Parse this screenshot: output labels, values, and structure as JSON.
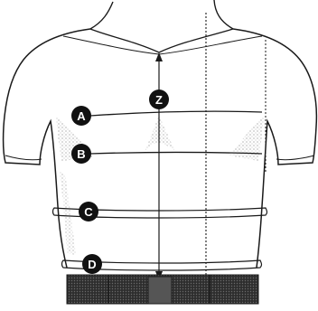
{
  "markers": [
    {
      "id": "A",
      "label": "A"
    },
    {
      "id": "B",
      "label": "B"
    },
    {
      "id": "C",
      "label": "C"
    },
    {
      "id": "D",
      "label": "D"
    },
    {
      "id": "Z",
      "label": "Z"
    }
  ],
  "colors": {
    "line": "#1a1a1a",
    "marker_fill": "#111111",
    "marker_text": "#ffffff",
    "shading": "#8a8a8a",
    "belt": "#3a3a3a"
  }
}
